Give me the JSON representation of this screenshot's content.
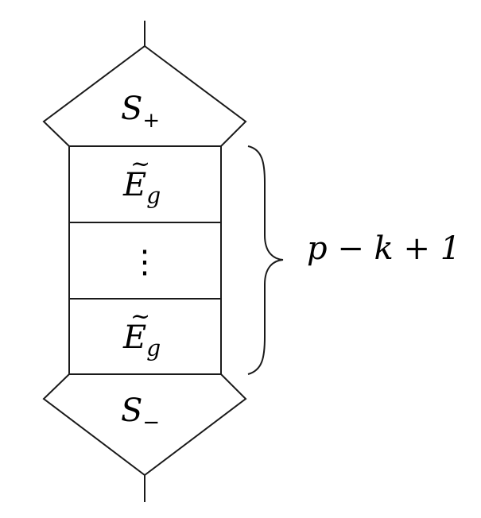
{
  "top_block": {
    "letter": "S",
    "subscript": "+"
  },
  "stack_blocks": [
    {
      "tilde": "~",
      "letter": "E",
      "subscript": "g"
    },
    {
      "dots": "⋮"
    },
    {
      "tilde": "~",
      "letter": "E",
      "subscript": "g"
    }
  ],
  "bottom_block": {
    "letter": "S",
    "subscript": "−"
  },
  "brace_label": "p − k + 1"
}
